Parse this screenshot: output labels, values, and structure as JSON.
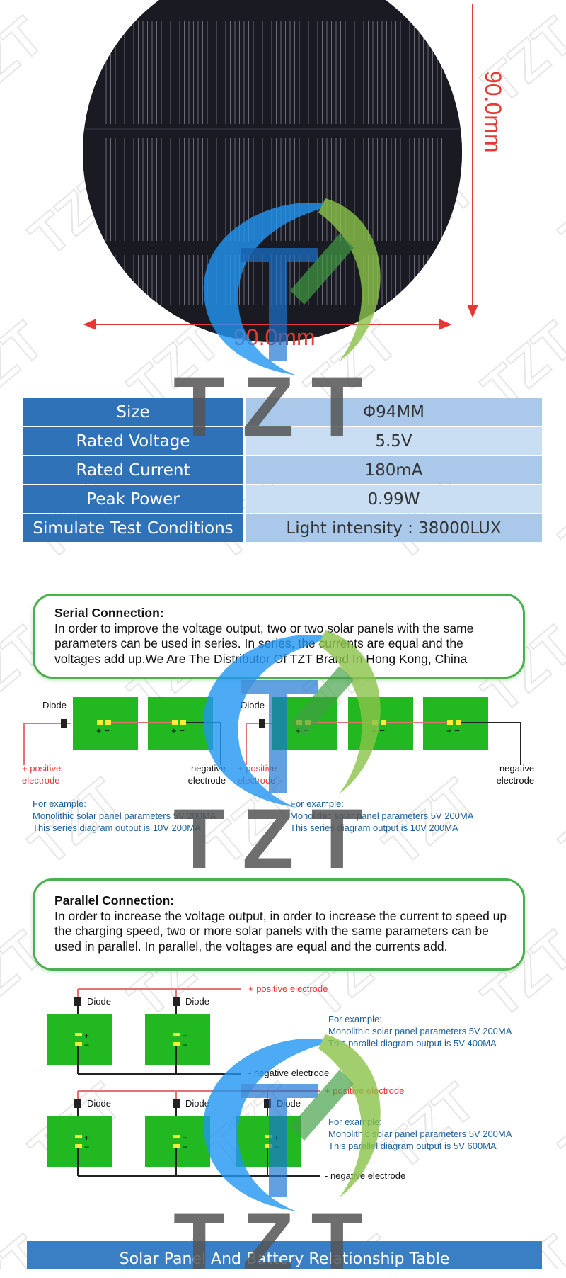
{
  "product": {
    "width_label": "90.0mm",
    "height_label": "90.0mm"
  },
  "watermark": {
    "brand": "TZT",
    "tile_text": "TZT"
  },
  "specs": [
    {
      "label": "Size",
      "value": "Φ94MM"
    },
    {
      "label": "Rated Voltage",
      "value": "5.5V"
    },
    {
      "label": "Rated Current",
      "value": "180mA"
    },
    {
      "label": "Peak Power",
      "value": "0.99W"
    },
    {
      "label": "Simulate Test Conditions",
      "value": "Light intensity : 38000LUX"
    }
  ],
  "serial": {
    "title": "Serial Connection:",
    "body": "In order to improve the voltage output, two or two solar panels with the same parameters can be used in series. In series, the currents are equal and the voltages add up.We Are The Distributor Of TZT Brand In Hong Kong, China",
    "diode": "Diode",
    "positive_line1": "+ positive",
    "positive_line2": "electrode",
    "negative_line1": "- negative",
    "negative_line2": "electrode",
    "example_a": {
      "line1": "For example:",
      "line2": "Monolithic solar panel parameters 5V 200MA",
      "line3": "This series diagram output is 10V 200MA"
    },
    "example_b": {
      "line1": "For example:",
      "line2": "Monolithic solar panel parameters 5V 200MA",
      "line3": "This series diagram output is 10V 200MA"
    }
  },
  "parallel": {
    "title": "Parallel Connection:",
    "body": "In order to increase the voltage output, in order to increase the current to speed up the charging speed, two or more solar panels with the same parameters can be used in parallel. In parallel, the voltages are equal and the currents add.",
    "diode": "Diode",
    "positive": "+ positive electrode",
    "negative": "- negative electrode",
    "example_a": {
      "line1": "For example:",
      "line2": "Monolithic solar panel parameters 5V 200MA",
      "line3": "This parallel diagram output is 5V 400MA"
    },
    "example_b": {
      "line1": "For example:",
      "line2": "Monolithic solar panel parameters 5V 200MA",
      "line3": "This parallel diagram output is 5V 600MA"
    }
  },
  "footer": {
    "table_title": "Solar Panel And Battery Relationship Table"
  },
  "colors": {
    "spec_key": "#2f72b8",
    "spec_value": "#a9c8ea",
    "panel_green": "#22b822",
    "box_border": "#4caf50",
    "dimension_red": "#e53935"
  }
}
